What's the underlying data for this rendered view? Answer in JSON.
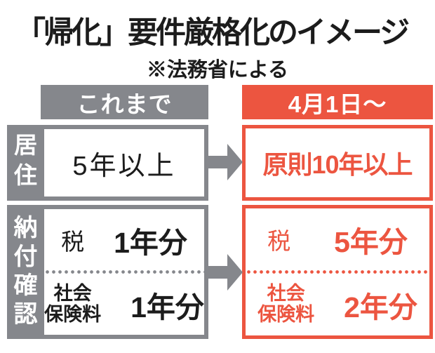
{
  "title": "「帰化」要件厳格化のイメージ",
  "subtitle": "※法務省による",
  "header": {
    "before": "これまで",
    "after": "4月1日〜"
  },
  "residence": {
    "category": "居住",
    "before": "5年以上",
    "after": "原則10年以上"
  },
  "payment": {
    "category": "納付確認",
    "tax_label": "税",
    "before_tax": "1年分",
    "after_tax": "5年分",
    "insurance_line1": "社会",
    "insurance_line2": "保険料",
    "before_insurance": "1年分",
    "after_insurance": "2年分"
  },
  "colors": {
    "accent": "#EC5540",
    "gray": "#85878C",
    "ink": "#1C1C1C",
    "background": "#FFFFFF"
  }
}
